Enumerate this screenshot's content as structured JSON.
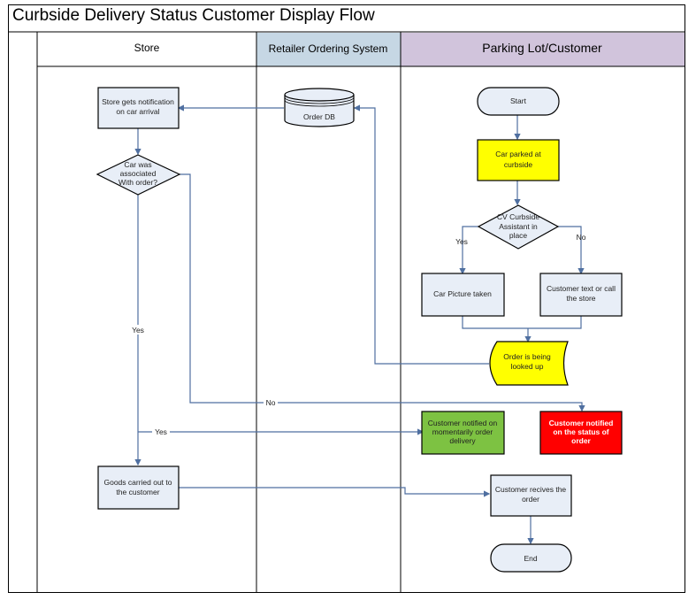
{
  "title": "Curbside Delivery Status Customer Display Flow",
  "lanes": [
    {
      "label": "Store",
      "color": "#ffffff"
    },
    {
      "label": "Retailer Ordering System",
      "color": "#c6d7e4"
    },
    {
      "label": "Parking Lot/Customer",
      "color": "#d1c4dc"
    }
  ],
  "nodes": {
    "store_notify": {
      "lines": [
        "Store gets notification",
        "on car arrival"
      ],
      "shape": "process",
      "fill": "#e8eef7"
    },
    "car_assoc": {
      "lines": [
        "Car was",
        "associated",
        "With order?"
      ],
      "shape": "decision",
      "fill": "#e8eef7"
    },
    "goods_out": {
      "lines": [
        "Goods carried out to",
        "the customer"
      ],
      "shape": "process",
      "fill": "#e8eef7"
    },
    "order_db": {
      "lines": [
        "Order DB"
      ],
      "shape": "database",
      "fill": "#e8eef7"
    },
    "start": {
      "lines": [
        "Start"
      ],
      "shape": "terminator",
      "fill": "#e8eef7"
    },
    "car_parked": {
      "lines": [
        "Car parked at",
        "curbside"
      ],
      "shape": "process",
      "fill": "#ffff00"
    },
    "cv_assist": {
      "lines": [
        "CV Curbside",
        "Assistant in",
        "place"
      ],
      "shape": "decision",
      "fill": "#e8eef7"
    },
    "car_picture": {
      "lines": [
        "Car Picture taken"
      ],
      "shape": "process",
      "fill": "#e8eef7"
    },
    "cust_text": {
      "lines": [
        "Customer text or call",
        "the store"
      ],
      "shape": "process",
      "fill": "#e8eef7"
    },
    "order_lookup": {
      "lines": [
        "Order is being",
        "looked up"
      ],
      "shape": "stored-data",
      "fill": "#ffff00"
    },
    "notified_momentarily": {
      "lines": [
        "Customer notified on",
        "momentarily order",
        "delivery"
      ],
      "shape": "process",
      "fill": "#7dc242"
    },
    "notified_status": {
      "lines": [
        "Customer notified",
        "on the status of",
        "order"
      ],
      "shape": "process",
      "fill": "#ff0000",
      "text_color": "#ffffff"
    },
    "cust_receives": {
      "lines": [
        "Customer recives the",
        "order"
      ],
      "shape": "process",
      "fill": "#e8eef7"
    },
    "end": {
      "lines": [
        "End"
      ],
      "shape": "terminator",
      "fill": "#e8eef7"
    }
  },
  "edge_labels": {
    "cv_yes": "Yes",
    "cv_no": "No",
    "assoc_yes": "Yes",
    "assoc_no": "No",
    "yes_branch": "Yes"
  },
  "colors": {
    "connector": "#4f6fa0",
    "border": "#000000"
  }
}
